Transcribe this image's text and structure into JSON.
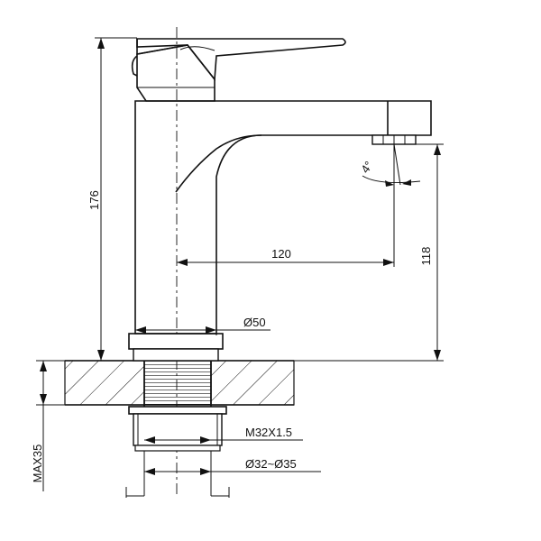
{
  "dimensions": {
    "total_height": "176",
    "spout_reach": "120",
    "spout_height": "118",
    "base_diameter": "Ø50",
    "thread": "M32X1.5",
    "hole_diameter": "Ø32~Ø35",
    "max_thickness": "MAX35",
    "spout_angle": "4°"
  }
}
